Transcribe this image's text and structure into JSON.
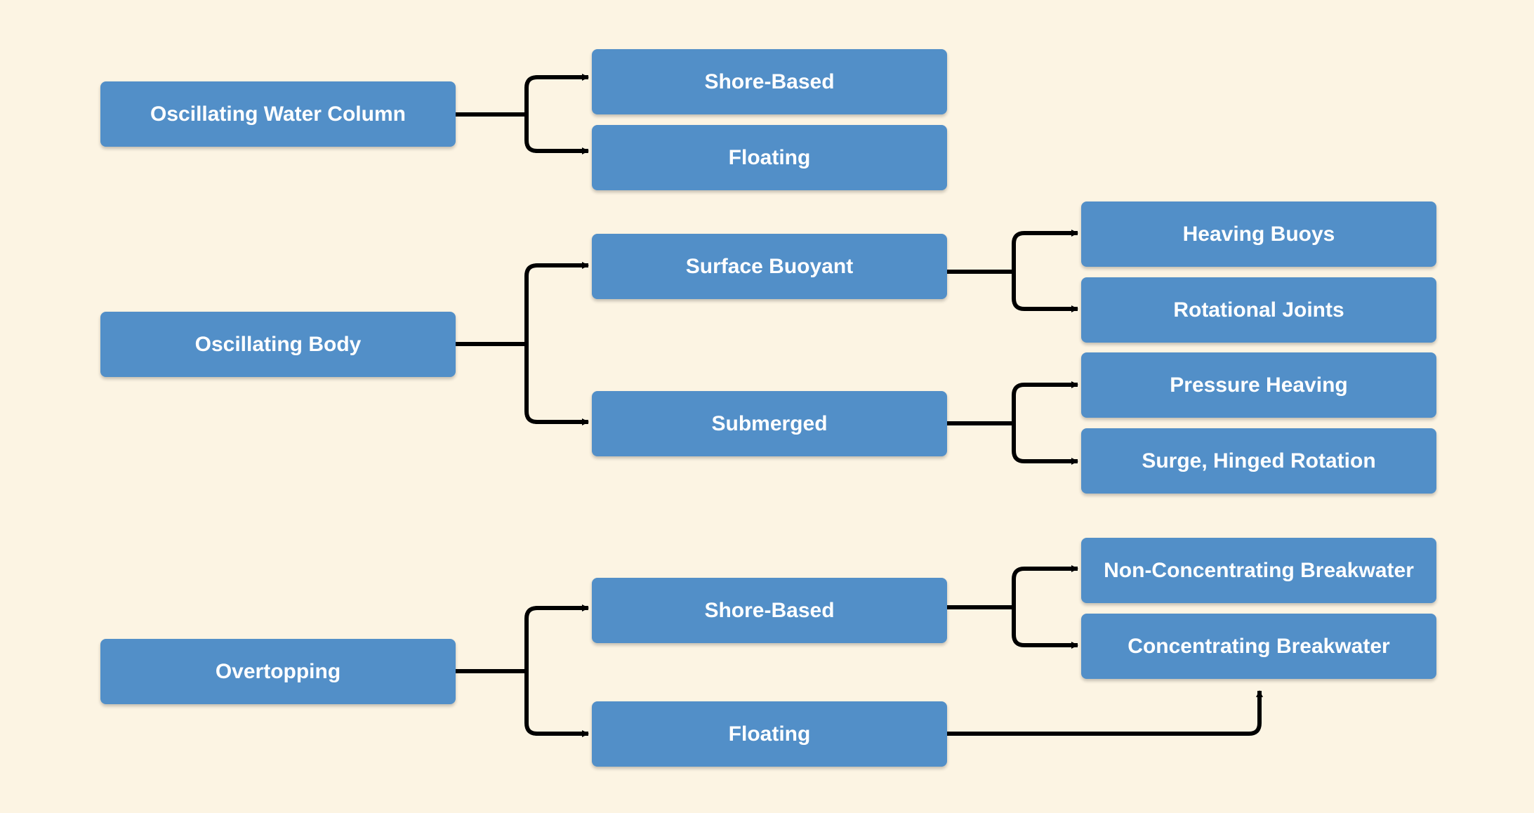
{
  "categories": {
    "owc": "Oscillating Water Column",
    "oscillating_body": "Oscillating Body",
    "overtopping": "Overtopping"
  },
  "owc_children": {
    "shore_based": "Shore-Based",
    "floating": "Floating"
  },
  "body_children": {
    "surface_buoyant": "Surface Buoyant",
    "submerged": "Submerged"
  },
  "overtopping_children": {
    "shore_based": "Shore-Based",
    "floating": "Floating"
  },
  "surface_buoyant_children": {
    "heaving_buoys": "Heaving Buoys",
    "rotational_joints": "Rotational Joints"
  },
  "submerged_children": {
    "pressure_heaving": "Pressure Heaving",
    "surge_hinged_rotation": "Surge, Hinged Rotation"
  },
  "overtopping_shore_children": {
    "non_concentrating": "Non-Concentrating Breakwater",
    "concentrating": "Concentrating Breakwater"
  },
  "colors": {
    "background": "#fcf4e3",
    "box_fill": "#528fc8",
    "box_text": "#ffffff",
    "connector": "#000000"
  }
}
